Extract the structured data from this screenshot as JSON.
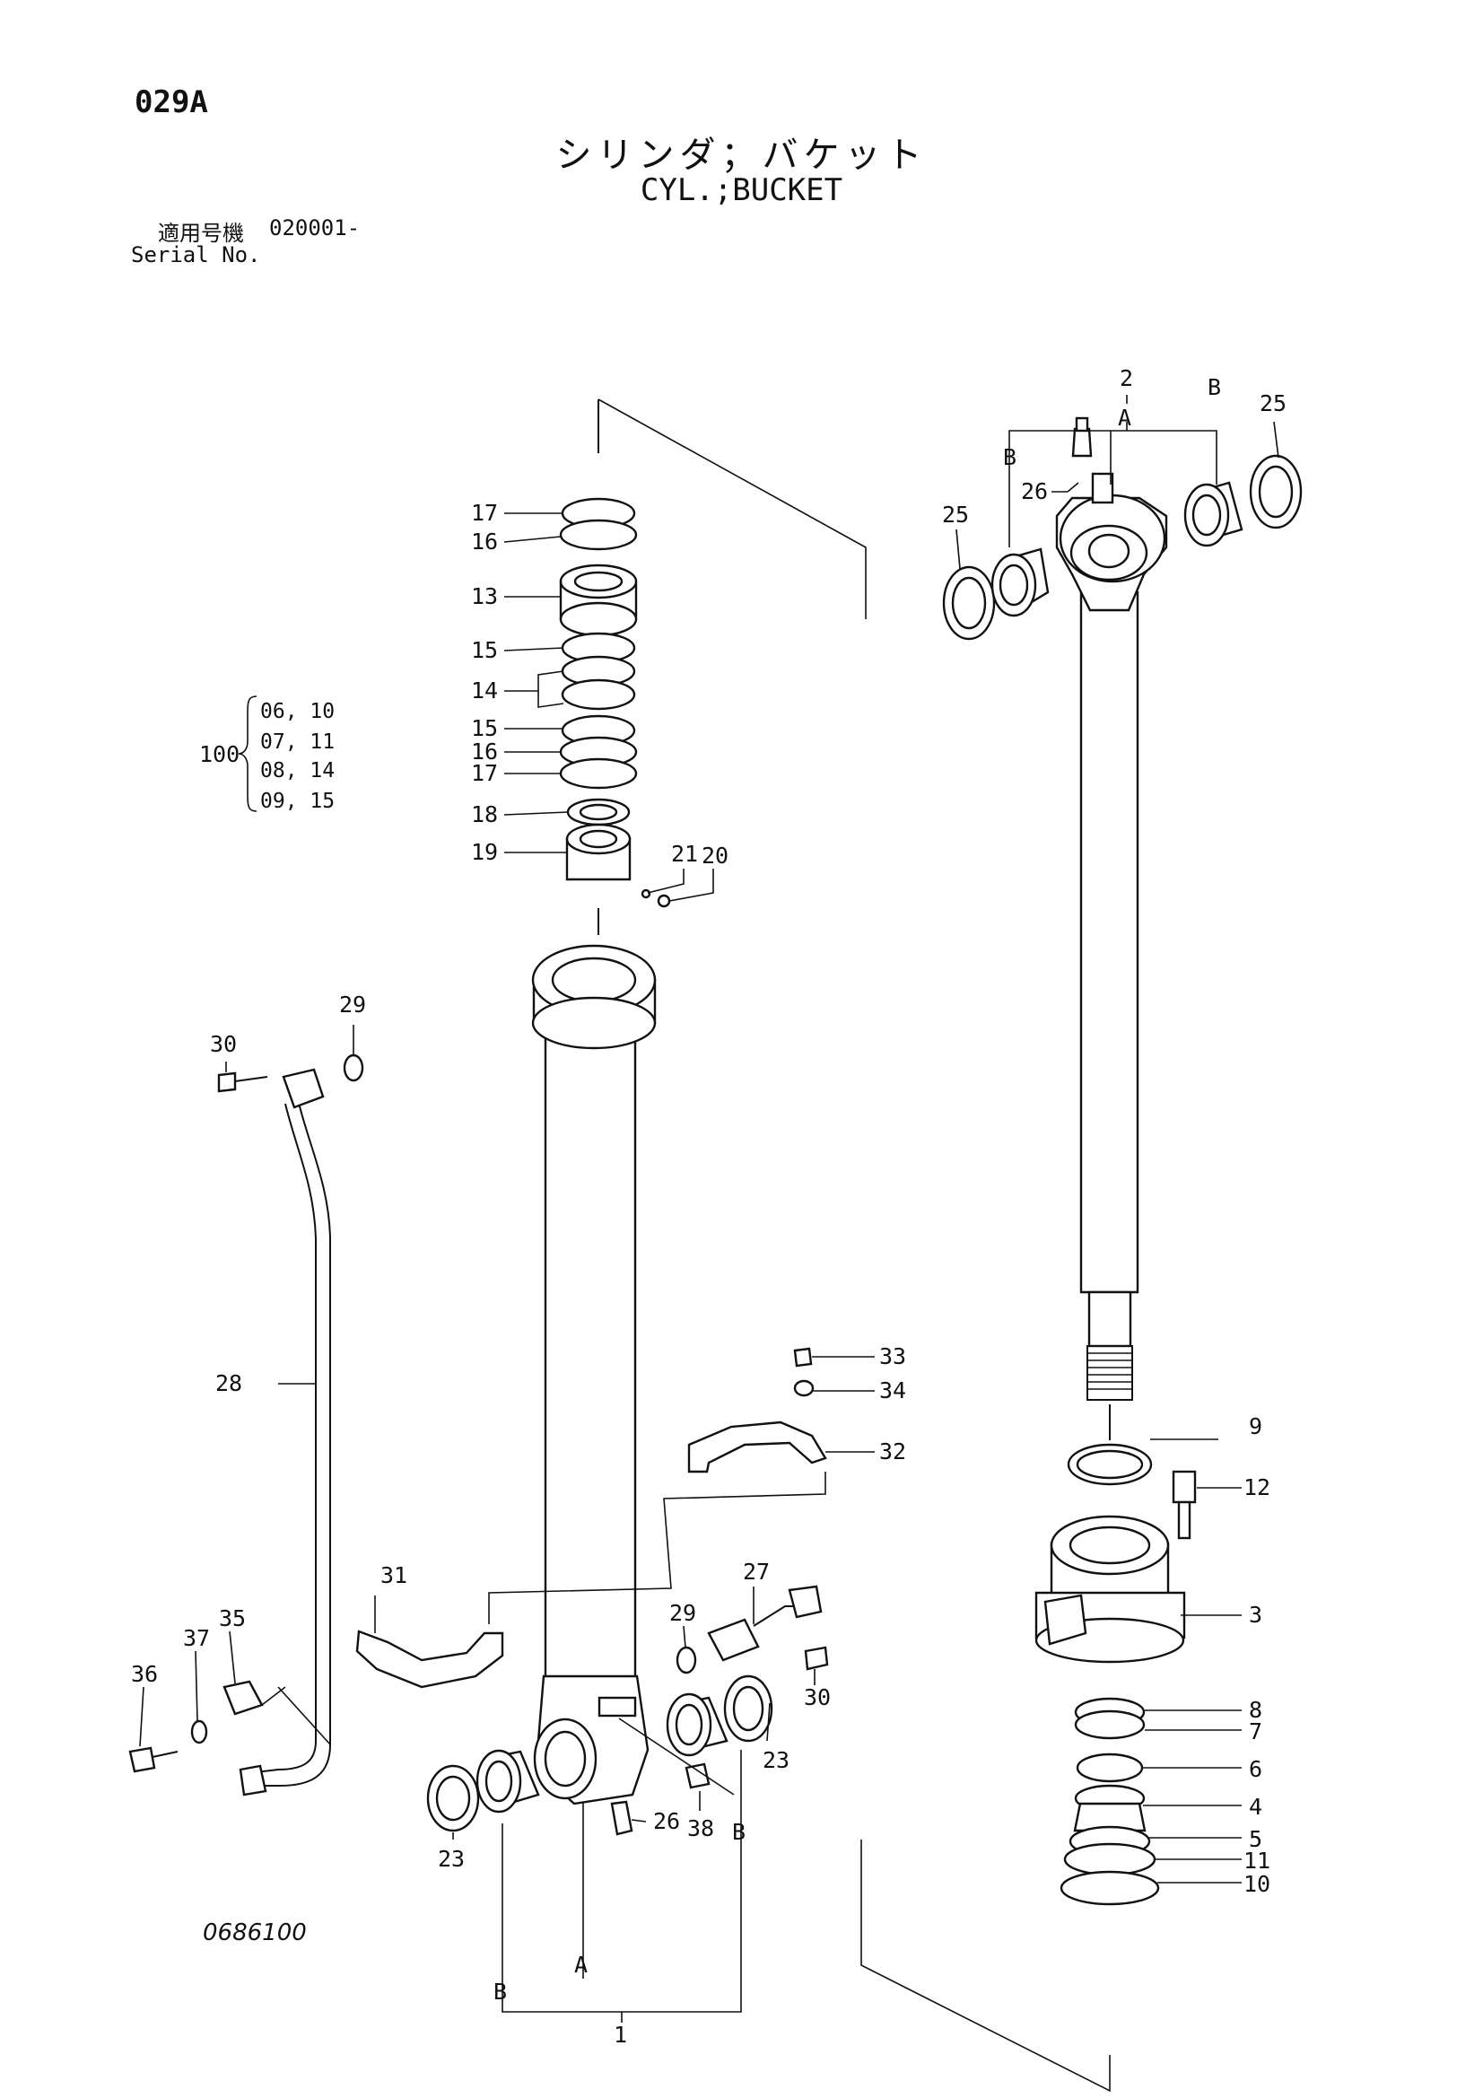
{
  "header": {
    "page_code": "029A",
    "title_jp": "シリンダ；バケット",
    "title_en": "CYL.;BUCKET",
    "serial_jp": "適用号機",
    "serial_value": "020001-",
    "serial_en": "Serial No."
  },
  "drawing_number": "0686100",
  "kit": {
    "number": "100",
    "rows": [
      "06, 10",
      "07, 11",
      "08, 14",
      "09, 15"
    ]
  },
  "callouts": {
    "p1": "1",
    "p2": "2",
    "p3": "3",
    "p4": "4",
    "p5": "5",
    "p6": "6",
    "p7": "7",
    "p8": "8",
    "p9": "9",
    "p10": "10",
    "p11": "11",
    "p12": "12",
    "p13": "13",
    "p14": "14",
    "p15a": "15",
    "p15b": "15",
    "p16a": "16",
    "p16b": "16",
    "p17a": "17",
    "p17b": "17",
    "p18": "18",
    "p19": "19",
    "p20": "20",
    "p21": "21",
    "p23a": "23",
    "p23b": "23",
    "p25a": "25",
    "p25b": "25",
    "p26a": "26",
    "p26b": "26",
    "p27": "27",
    "p28": "28",
    "p29a": "29",
    "p29b": "29",
    "p30a": "30",
    "p30b": "30",
    "p31": "31",
    "p32": "32",
    "p33": "33",
    "p34": "34",
    "p35": "35",
    "p36": "36",
    "p37": "37",
    "p38": "38",
    "rodA": "A",
    "rodB1": "B",
    "rodB2": "B",
    "tubeA": "A",
    "tubeB1": "B",
    "tubeB2": "B"
  }
}
